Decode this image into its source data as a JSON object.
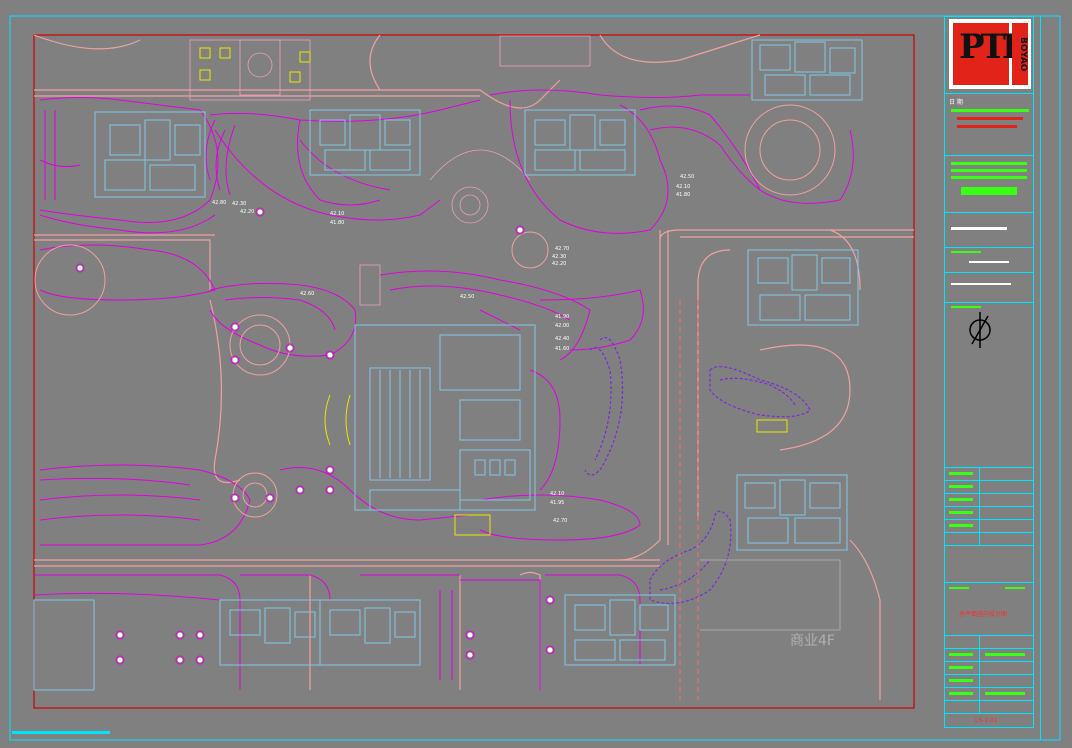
{
  "title_block": {
    "logo_letters": "PTL",
    "logo_vertical": "BOYAO",
    "label_name": "日 期",
    "label_drawing_title": "总平面竖向设计图",
    "drawing_number": "LS-2.01",
    "colors": {
      "logo_red": "#e2231a",
      "logo_black": "#111111",
      "frame_cyan": "#00e5ff",
      "text_green": "#39ff14",
      "text_red": "#ff2a2a"
    }
  },
  "plan": {
    "commercial_label": "商业4F",
    "elevation_labels": [
      "42.50",
      "42.10",
      "41.80",
      "42.70",
      "42.30",
      "42.20",
      "41.90",
      "42.00",
      "42.40",
      "41.60",
      "42.10",
      "41.95",
      "42.70",
      "42.30",
      "42.10",
      "41.80",
      "42.60",
      "42.50",
      "42.80",
      "42.20"
    ],
    "colors": {
      "building": "#7fc8e8",
      "contour": "#e000e0",
      "road": "#f0a0a0",
      "boundary": "#cc0000",
      "purple": "#7a2bd8",
      "yellow": "#e8e800"
    }
  }
}
